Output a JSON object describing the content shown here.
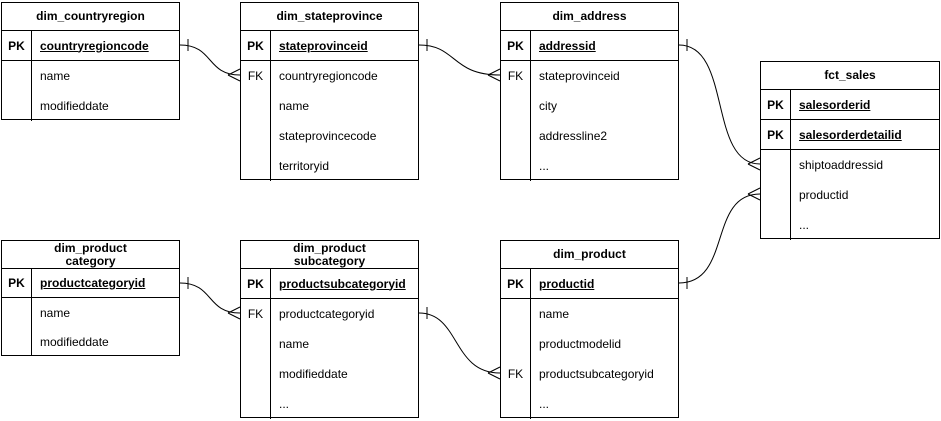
{
  "diagram": {
    "type": "entity-relationship",
    "notation": "crow-foot",
    "colors": {
      "line": "#000000",
      "background": "#ffffff",
      "text": "#000000"
    },
    "tables": [
      {
        "title": "dim_countryregion",
        "rows": [
          {
            "key": "PK",
            "field": "countryregioncode"
          },
          {
            "key": "",
            "field": "name"
          },
          {
            "key": "",
            "field": "modifieddate"
          }
        ]
      },
      {
        "title": "dim_stateprovince",
        "rows": [
          {
            "key": "PK",
            "field": "stateprovinceid"
          },
          {
            "key": "FK",
            "field": "countryregioncode"
          },
          {
            "key": "",
            "field": "name"
          },
          {
            "key": "",
            "field": "stateprovincecode"
          },
          {
            "key": "",
            "field": "territoryid"
          }
        ]
      },
      {
        "title": "dim_address",
        "rows": [
          {
            "key": "PK",
            "field": "addressid"
          },
          {
            "key": "FK",
            "field": "stateprovinceid"
          },
          {
            "key": "",
            "field": "city"
          },
          {
            "key": "",
            "field": "addressline2"
          },
          {
            "key": "",
            "field": "..."
          }
        ]
      },
      {
        "title": "fct_sales",
        "rows": [
          {
            "key": "PK",
            "field": "salesorderid"
          },
          {
            "key": "PK",
            "field": "salesorderdetailid"
          },
          {
            "key": "",
            "field": "shiptoaddressid"
          },
          {
            "key": "",
            "field": "productid"
          },
          {
            "key": "",
            "field": "..."
          }
        ]
      },
      {
        "title": "dim_product\ncategory",
        "rows": [
          {
            "key": "PK",
            "field": "productcategoryid"
          },
          {
            "key": "",
            "field": "name"
          },
          {
            "key": "",
            "field": "modifieddate"
          }
        ]
      },
      {
        "title": "dim_product\nsubcategory",
        "rows": [
          {
            "key": "PK",
            "field": "productsubcategoryid"
          },
          {
            "key": "FK",
            "field": "productcategoryid"
          },
          {
            "key": "",
            "field": "name"
          },
          {
            "key": "",
            "field": "modifieddate"
          },
          {
            "key": "",
            "field": "..."
          }
        ]
      },
      {
        "title": "dim_product",
        "rows": [
          {
            "key": "PK",
            "field": "productid"
          },
          {
            "key": "",
            "field": "name"
          },
          {
            "key": "",
            "field": "productmodelid"
          },
          {
            "key": "FK",
            "field": "productsubcategoryid"
          },
          {
            "key": "",
            "field": "..."
          }
        ]
      }
    ],
    "relationships": [
      {
        "from_table": "dim_countryregion",
        "from_field": "countryregioncode",
        "to_table": "dim_stateprovince",
        "to_field": "countryregioncode",
        "from_cardinality": "one",
        "to_cardinality": "many"
      },
      {
        "from_table": "dim_stateprovince",
        "from_field": "stateprovinceid",
        "to_table": "dim_address",
        "to_field": "stateprovinceid",
        "from_cardinality": "one",
        "to_cardinality": "many"
      },
      {
        "from_table": "dim_address",
        "from_field": "addressid",
        "to_table": "fct_sales",
        "to_field": "shiptoaddressid",
        "from_cardinality": "one",
        "to_cardinality": "many"
      },
      {
        "from_table": "dim_product",
        "from_field": "productid",
        "to_table": "fct_sales",
        "to_field": "productid",
        "from_cardinality": "one",
        "to_cardinality": "many"
      },
      {
        "from_table": "dim_product category",
        "from_field": "productcategoryid",
        "to_table": "dim_product subcategory",
        "to_field": "productcategoryid",
        "from_cardinality": "one",
        "to_cardinality": "many"
      },
      {
        "from_table": "dim_product subcategory",
        "from_field": "productsubcategoryid",
        "to_table": "dim_product",
        "to_field": "productsubcategoryid",
        "from_cardinality": "one",
        "to_cardinality": "many"
      }
    ]
  }
}
